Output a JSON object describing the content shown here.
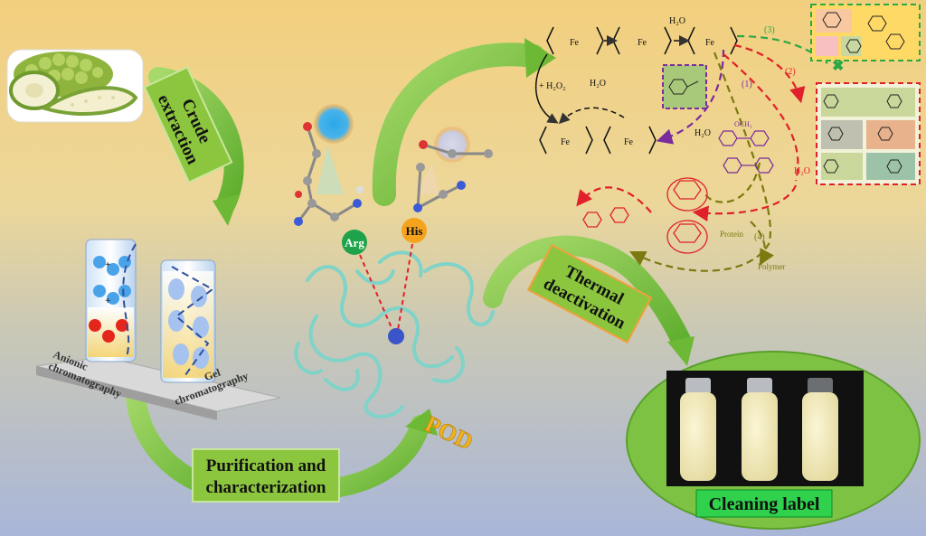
{
  "steps": {
    "crude_extraction": [
      "Crude",
      "extraction"
    ],
    "purification": [
      "Purification and",
      "characterization"
    ],
    "thermal": [
      "Thermal",
      "deactivation"
    ],
    "cleaning": "Cleaning label"
  },
  "columns": {
    "anionic": [
      "Anionic",
      "chromatography"
    ],
    "gel": [
      "Gel",
      "chromatography"
    ]
  },
  "residues": {
    "arg": "Arg",
    "his": "His"
  },
  "enzyme": "POD",
  "mechanism": {
    "h2o_top": "H₂O",
    "h2o2": "+ H₂O₂",
    "h2o_mid": "H₂O",
    "h2o_left": "H₂O",
    "h2o_right": "H₂O",
    "path1": "(1)",
    "path2": "(2)",
    "path3": "(3)",
    "path4": "(4)",
    "protein": "Protein",
    "polymer": "Polymer",
    "fe": "Fe",
    "och3": "OCH₃"
  },
  "colors": {
    "arrow_green": "#7cc243",
    "label_bg": "#8cc63f",
    "purple": "#7a2b9c",
    "red": "#e0202a",
    "olive": "#7b7a10",
    "green_dash": "#2aa845",
    "protein": "#7fd3c8"
  }
}
